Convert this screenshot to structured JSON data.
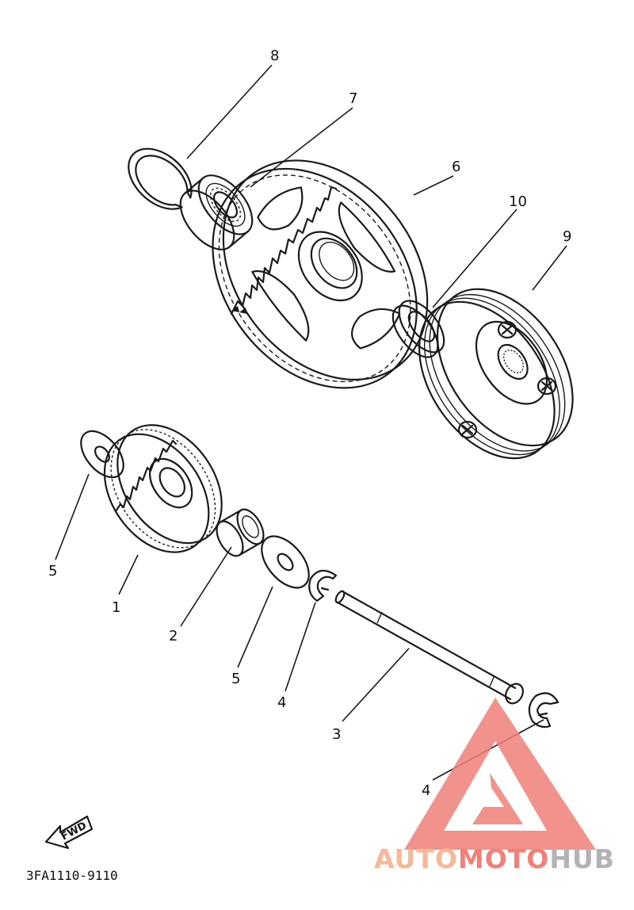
{
  "callouts": {
    "c1": "1",
    "c2": "2",
    "c3": "3",
    "c4a": "4",
    "c4b": "4",
    "c5a": "5",
    "c5b": "5",
    "c6": "6",
    "c7": "7",
    "c8": "8",
    "c9": "9",
    "c10": "10"
  },
  "fwd_label": "FWD",
  "diagram_code": "3FA1110-9110",
  "watermark": {
    "part1": "AUTO",
    "part2": "MOTO",
    "part3": "HUB",
    "color_auto": "#f6b896",
    "color_moto": "#f08078",
    "color_hub": "#b3b3b3",
    "logo_color": "#f08078"
  }
}
